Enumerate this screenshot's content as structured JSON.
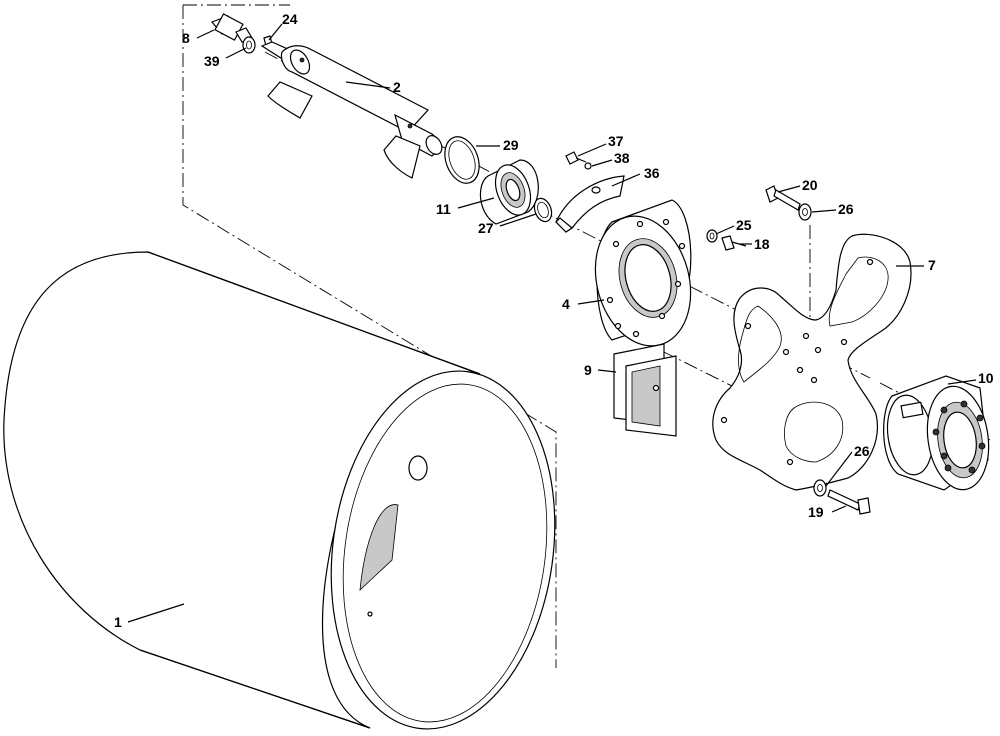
{
  "labels": {
    "p1": "1",
    "p2": "2",
    "p4": "4",
    "p7": "7",
    "p8": "8",
    "p9": "9",
    "p10": "10",
    "p11": "11",
    "p18": "18",
    "p19": "19",
    "p20": "20",
    "p24": "24",
    "p25": "25",
    "p26a": "26",
    "p26b": "26",
    "p27": "27",
    "p29": "29",
    "p36": "36",
    "p37": "37",
    "p38": "38",
    "p39": "39"
  }
}
